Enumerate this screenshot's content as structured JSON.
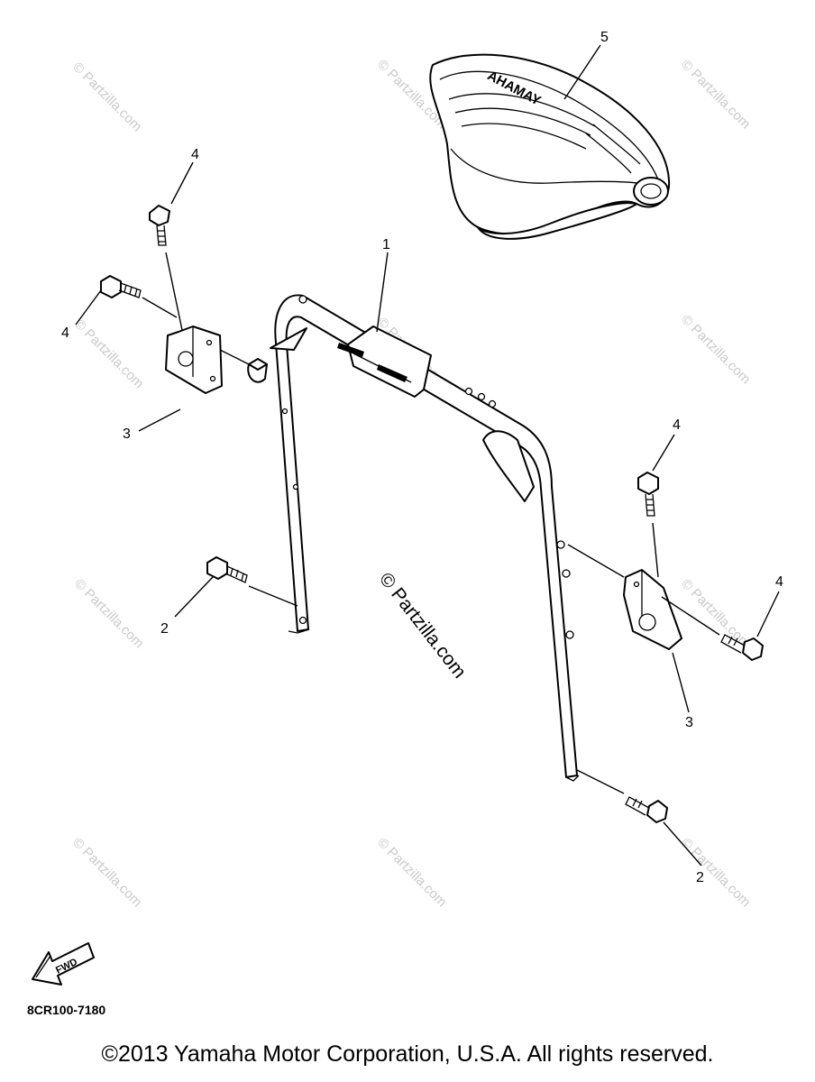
{
  "diagram": {
    "callouts": [
      "1",
      "2",
      "2",
      "3",
      "3",
      "4",
      "4",
      "4",
      "4",
      "5"
    ],
    "seat_logo": "YAMAHA",
    "watermark_center": "© Partzilla.com",
    "watermark": "© Partzilla.com",
    "fwd_label": "FWD",
    "diagram_code": "8CR100-7180",
    "copyright": "©2013 Yamaha Motor Corporation, U.S.A. All rights reserved."
  },
  "colors": {
    "ink": "#000000",
    "watermark": "#c9c9c9",
    "background": "#ffffff"
  },
  "icons": [
    "fwd-arrow-icon"
  ]
}
